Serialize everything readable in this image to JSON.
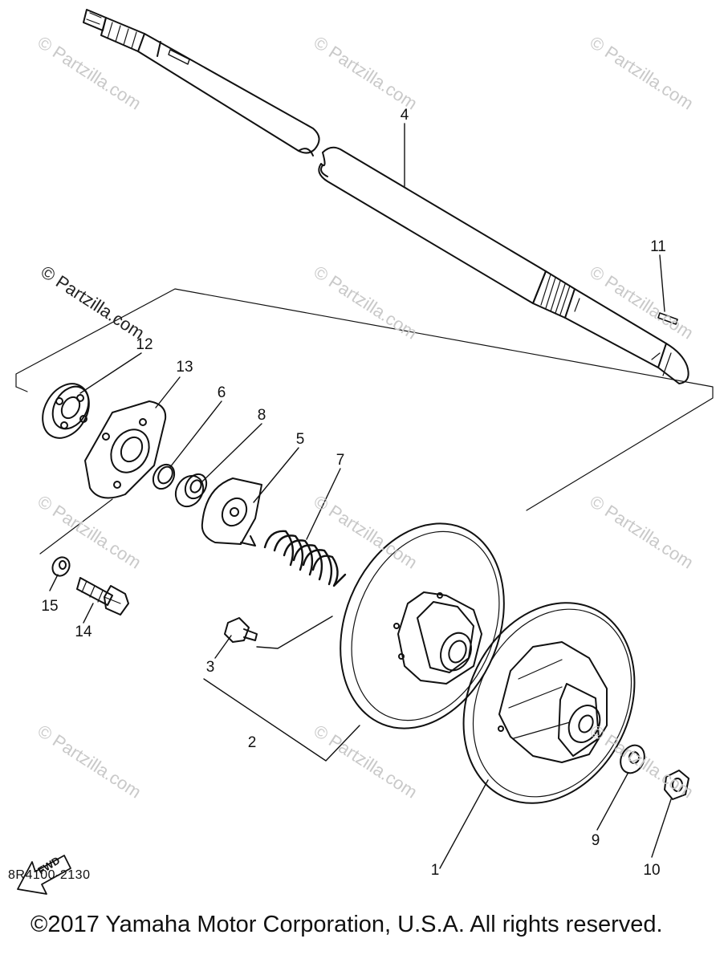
{
  "diagram": {
    "callouts": [
      {
        "id": "1",
        "label": "1"
      },
      {
        "id": "2",
        "label": "2"
      },
      {
        "id": "3",
        "label": "3"
      },
      {
        "id": "4",
        "label": "4"
      },
      {
        "id": "5",
        "label": "5"
      },
      {
        "id": "6",
        "label": "6"
      },
      {
        "id": "7",
        "label": "7"
      },
      {
        "id": "8",
        "label": "8"
      },
      {
        "id": "9",
        "label": "9"
      },
      {
        "id": "10",
        "label": "10"
      },
      {
        "id": "11",
        "label": "11"
      },
      {
        "id": "12",
        "label": "12"
      },
      {
        "id": "13",
        "label": "13"
      },
      {
        "id": "14",
        "label": "14"
      },
      {
        "id": "15",
        "label": "15"
      }
    ],
    "fwd_arrow_label": "FWD",
    "document_code": "8R4100-2130",
    "copyright": "©2017  Yamaha Motor Corporation, U.S.A. All rights reserved.",
    "watermark_text": "© Partzilla.com"
  },
  "colors": {
    "ink": "#111111",
    "watermark": "#c9c9c9",
    "background": "#ffffff"
  }
}
